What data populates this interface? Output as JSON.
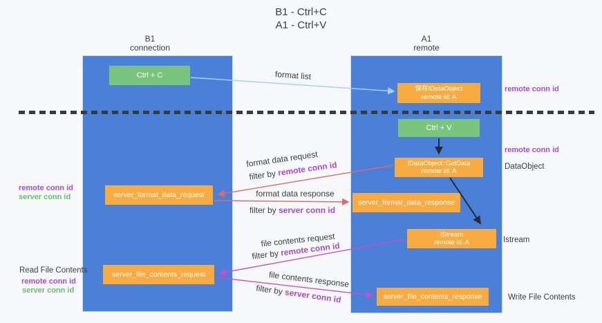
{
  "title": {
    "line1": "B1 - Ctrl+C",
    "line2": "A1 - Ctrl+V"
  },
  "lanes": {
    "left": {
      "header_line1": "B1",
      "header_line2": "connection"
    },
    "right": {
      "header_line1": "A1",
      "header_line2": "remote"
    }
  },
  "nodes": {
    "ctrl_c": "Ctrl + C",
    "ctrl_v": "Ctrl + V",
    "save_idataobject_line1": "保存IDataObject",
    "save_idataobject_line2": "remote id: A",
    "getdata_line1": "IDataObject::GetData",
    "getdata_line2": "remote id: A",
    "istream_line1": "IStream",
    "istream_line2": "remote id: A",
    "format_request": "server_format_data_request",
    "format_response": "server_format_data_response",
    "file_request": "server_file_contents_request",
    "file_response": "server_file_contents_response"
  },
  "messages": {
    "format_list": "format list",
    "format_data_request": "format data request",
    "format_data_response": "format data response",
    "file_contents_request": "file contents request",
    "file_contents_response": "file contents response",
    "filter_by": "filter by",
    "remote_conn_id": "remote conn id",
    "server_conn_id": "server conn id"
  },
  "annotations": {
    "left": {
      "remote_conn_id": "remote conn id",
      "server_conn_id": "server conn id",
      "read_file_contents": "Read File Contents"
    },
    "right": {
      "remote_conn_id_top": "remote conn id",
      "remote_conn_id_mid": "remote conn id",
      "dataobject": "DataObject",
      "istream": "Istream",
      "write_file_contents": "Write File Contents"
    }
  },
  "colors": {
    "background": "#f7f8f9",
    "column_blue": "#4a80d8",
    "box_green": "#79c57e",
    "box_orange": "#f8ab40",
    "arrow_light_blue": "#a6d2ef",
    "arrow_red": "#e06a6a",
    "arrow_magenta": "#cc4ccc",
    "arrow_black": "#2b2b2b",
    "label_purple": "#a64bd1",
    "label_green": "#67bf6d",
    "dash_color": "#3a3a3a"
  }
}
